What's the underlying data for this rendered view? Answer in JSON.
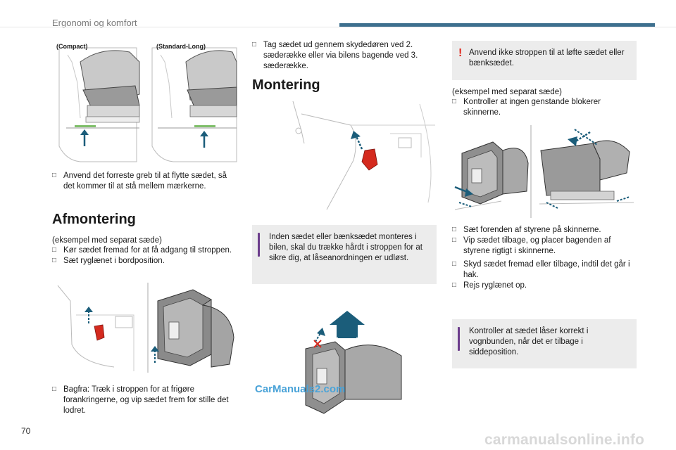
{
  "header": {
    "title": "Ergonomi og komfort",
    "accent": "#3d6f8e"
  },
  "page_number": "70",
  "col1": {
    "fig_top": {
      "cap_left": "(Compact)",
      "cap_right": "(Standard-Long)"
    },
    "bullet1": "Anvend det forreste greb til at flytte sædet, så det kommer til at stå mellem mærkerne.",
    "heading": "Afmontering",
    "example": "(eksempel med separat sæde)",
    "bullets2": [
      "Kør sædet fremad for at få adgang til stroppen.",
      "Sæt ryglænet i bordposition."
    ],
    "bullet3": "Bagfra: Træk i stroppen for at frigøre forankringerne, og vip sædet frem for stille det lodret."
  },
  "col2": {
    "bullet1": "Tag sædet ud gennem skydedøren ved 2. sæderække eller via bilens bagende ved 3. sæderække.",
    "heading": "Montering",
    "note": "Inden sædet eller bænksædet monteres i bilen, skal du trække hårdt i stroppen for at sikre dig, at låseanordningen er udløst."
  },
  "col3": {
    "warning": "Anvend ikke stroppen til at løfte sædet eller bænksædet.",
    "example": "(eksempel med separat sæde)",
    "bullet1": "Kontroller at ingen genstande blokerer skinnerne.",
    "bullets2": [
      "Sæt forenden af styrene på skinnerne.",
      "Vip sædet tilbage, og placer bagenden af styrene rigtigt i skinnerne."
    ],
    "bullets3": [
      "Skyd sædet fremad eller tilbage, indtil det går i hak.",
      "Rejs ryglænet op."
    ],
    "note": "Kontroller at sædet låser korrekt i vognbunden, når det er tilbage i siddeposition."
  },
  "watermark": "CarManuals2.com",
  "footer_watermark": "carmanualsonline.info",
  "icons": {
    "bullet": "check-box-icon",
    "warning": "exclamation-icon",
    "info": "info-bar-icon"
  },
  "colors": {
    "strap": "#d42a1e",
    "arrow": "#1b5d7a",
    "note_bg": "#ececec",
    "warning_mark": "#e0261a",
    "info_mark": "#6c3d8c"
  }
}
